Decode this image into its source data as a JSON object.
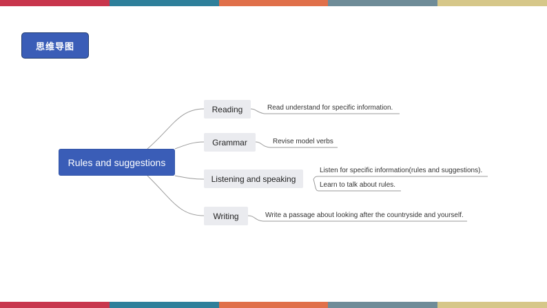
{
  "colors": {
    "stripe": [
      "#c8364d",
      "#2e7f9a",
      "#e0704a",
      "#6f8c98",
      "#d6c789"
    ],
    "title_bg": "#3a5db7",
    "root_bg": "#3a5db7",
    "line": "#9a9a9a"
  },
  "title": {
    "label": "思维导图"
  },
  "mindmap": {
    "root": "Rules and suggestions",
    "branches": [
      {
        "label": "Reading",
        "leaves": [
          "Read understand for specific information."
        ]
      },
      {
        "label": "Grammar",
        "leaves": [
          "Revise model verbs"
        ]
      },
      {
        "label": "Listening and speaking",
        "leaves": [
          "Listen for specific information(rules and suggestions).",
          "Learn to talk about rules."
        ]
      },
      {
        "label": "Writing",
        "leaves": [
          "Write a passage about looking after the countryside and yourself."
        ]
      }
    ]
  }
}
